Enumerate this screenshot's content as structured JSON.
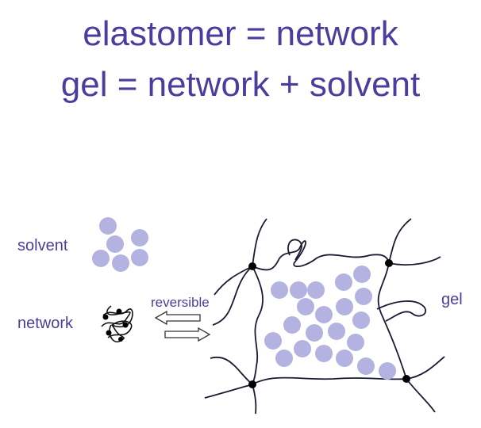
{
  "titles": {
    "line1": "elastomer = network",
    "line2": "gel = network + solvent"
  },
  "labels": {
    "solvent": "solvent",
    "network": "network",
    "reversible": "reversible",
    "gel": "gel"
  },
  "colors": {
    "text": "#4b3d9e",
    "solvent_molecule": "#b4b2e0",
    "chain": "#1a1a33",
    "crosslink": "#000000"
  }
}
